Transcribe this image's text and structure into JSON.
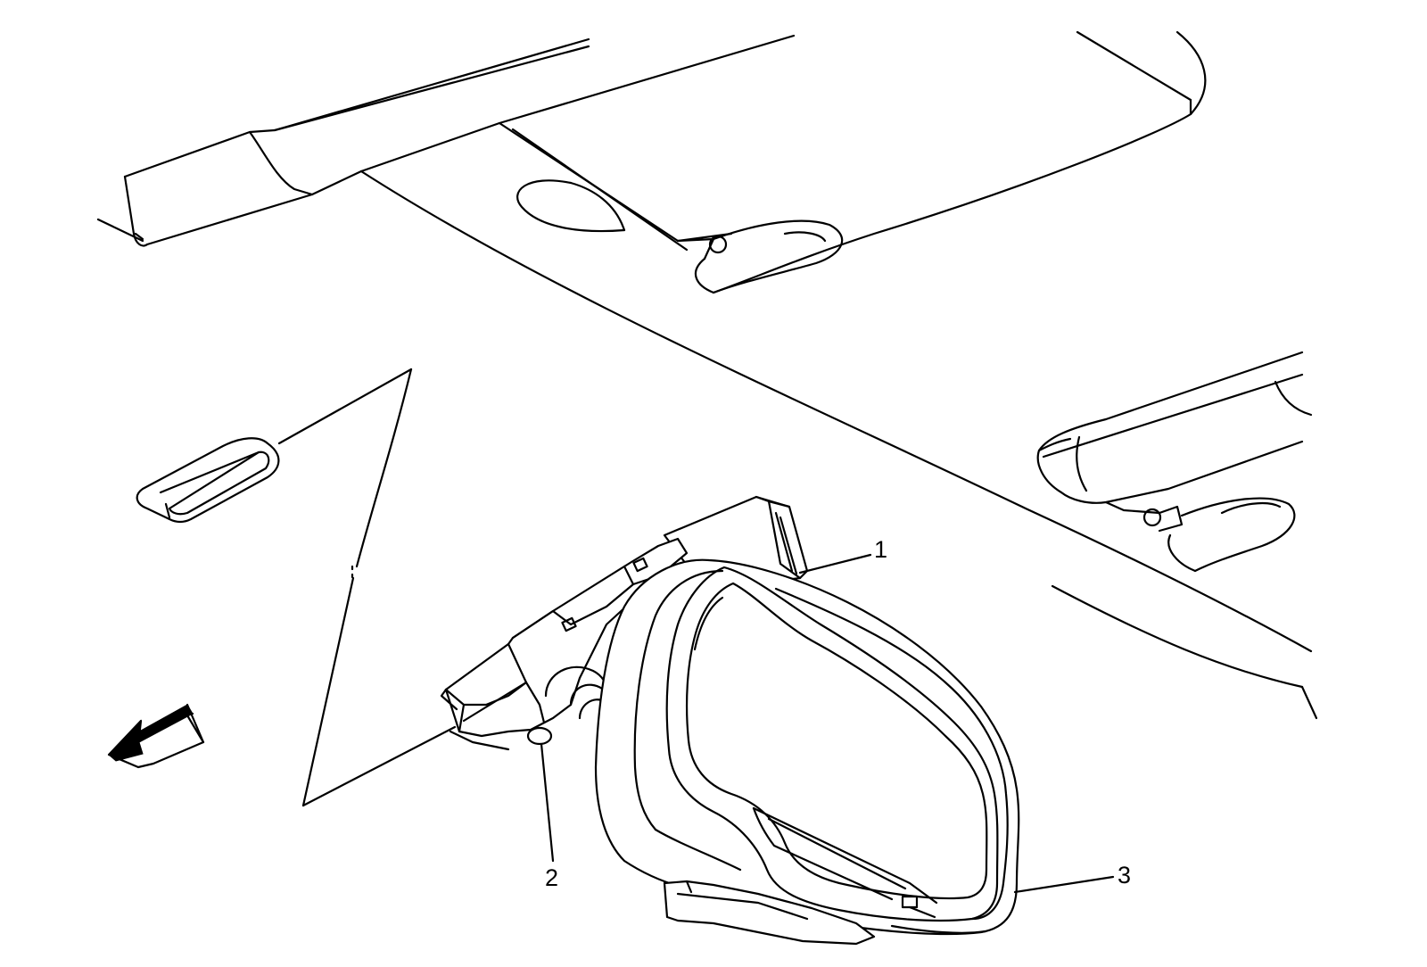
{
  "callouts": [
    {
      "id": "1",
      "label": "1"
    },
    {
      "id": "2",
      "label": "2"
    },
    {
      "id": "3",
      "label": "3"
    }
  ],
  "icons": {
    "direction": "front-arrow-icon"
  },
  "colors": {
    "line": "#000000",
    "background": "#ffffff"
  }
}
